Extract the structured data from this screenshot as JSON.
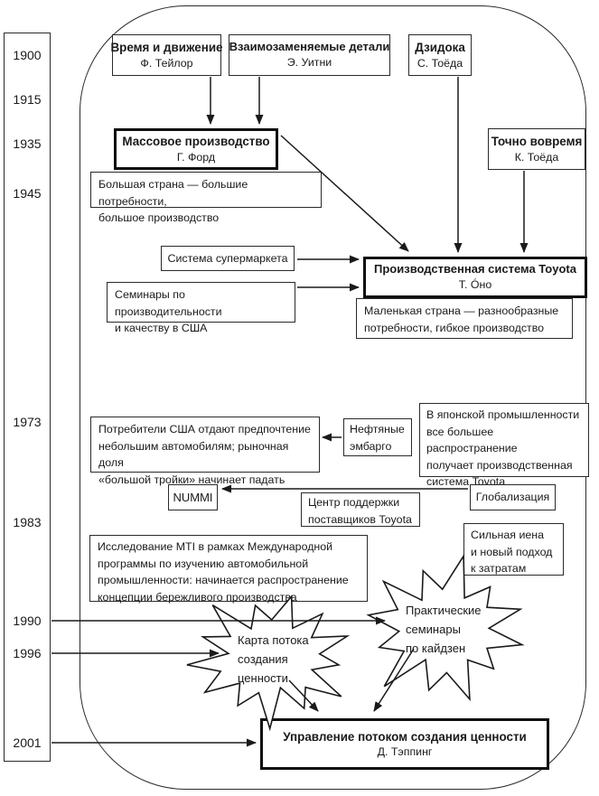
{
  "timeline": {
    "years": [
      "1900",
      "1915",
      "1935",
      "1945",
      "1973",
      "1983",
      "1990",
      "1996",
      "2001"
    ]
  },
  "boxes": {
    "time_motion": {
      "title": "Время и движение",
      "person": "Ф. Тейлор"
    },
    "interchangeable_parts": {
      "title": "Взаимозаменяемые детали",
      "person": "Э. Уитни"
    },
    "jidoka": {
      "title": "Дзидока",
      "person": "С. Тоёда"
    },
    "mass_production": {
      "title": "Массовое производство",
      "person": "Г. Форд"
    },
    "just_in_time": {
      "title": "Точно вовремя",
      "person": "К. Тоёда"
    },
    "tps": {
      "title": "Производственная система Toyota",
      "person": "Т. Óно"
    },
    "vsm_management": {
      "title": "Управление потоком создания ценности",
      "person": "Д. Тэппинг"
    }
  },
  "notes": {
    "big_country": "Большая страна — большие потребности,\nбольшое производство",
    "supermarket": "Система супермаркета",
    "us_seminars": "Семинары по производительности\nи качеству в США",
    "small_country": "Маленькая страна — разнообразные\nпотребности, гибкое производство",
    "us_consumers": "Потребители США отдают предпочтение\nнебольшим автомобилям; рыночная доля\n«большой тройки» начинает падать",
    "oil_embargo": "Нефтяные\nэмбарго",
    "japan_industry": "В японской промышленности\nвсе большее распространение\nполучает производственная\nсистема Toyota",
    "nummi": "NUMMI",
    "supplier_center": "Центр поддержки\nпоставщиков Toyota",
    "globalization": "Глобализация",
    "strong_yen": "Сильная иена\nи новый подход\nк затратам",
    "mti_research": "Исследование MTI в рамках Международной\nпрограммы по изучению автомобильной\nпромышленности: начинается распространение\nконцепции бережливого производства"
  },
  "starbursts": {
    "value_stream_map": "Карта потока\nсоздания\nценности",
    "kaizen_seminars": "Практические\nсеминары\nпо кайдзен"
  },
  "colors": {
    "line": "#1a1a1a",
    "background": "#ffffff"
  }
}
